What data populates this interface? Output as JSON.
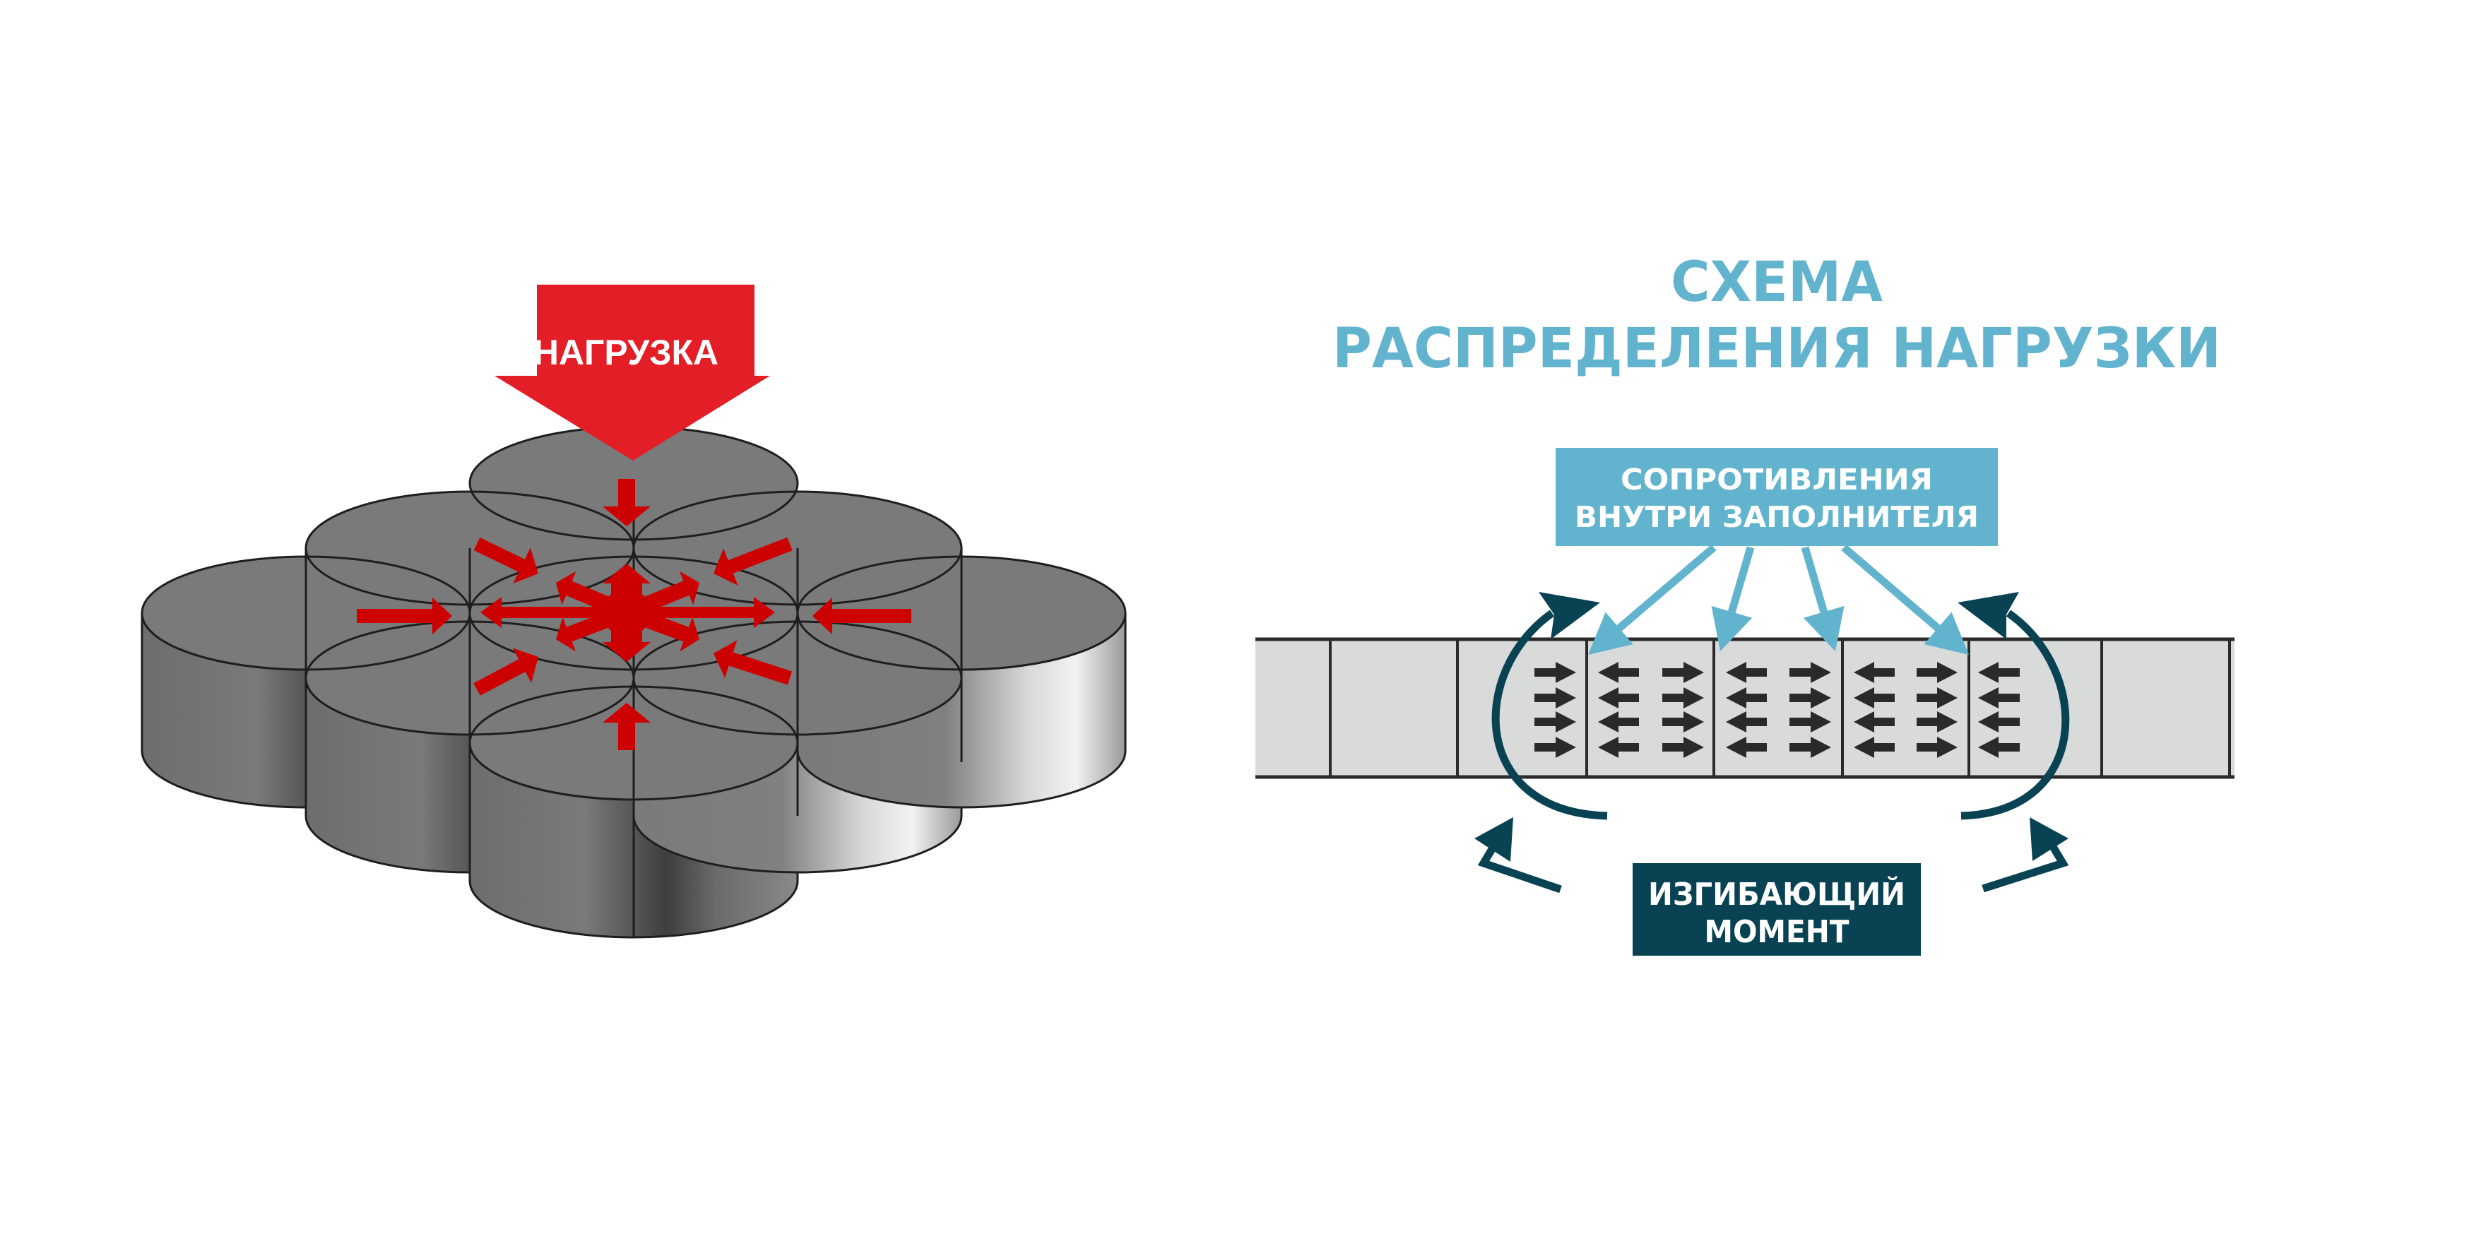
{
  "left_figure": {
    "load_label": "НАГРУЗКА",
    "load_arrow_color": "#e31e26",
    "force_arrow_color": "#cc0000",
    "cell_top_color": "#7a7a7a",
    "cell_outline_color": "#1e1e1e"
  },
  "right_figure": {
    "title_lines": [
      "СХЕМА",
      "РАСПРЕДЕЛЕНИЯ НАГРУЗКИ"
    ],
    "title_color": "#62b3cd",
    "resistance_box": {
      "lines": [
        "СОПРОТИВЛЕНИЯ",
        "ВНУТРИ ЗАПОЛНИТЕЛЯ"
      ],
      "color": "#62b3cd"
    },
    "moment_box": {
      "lines": [
        "ИЗГИБАЮЩИЙ",
        "МОМЕНТ"
      ],
      "color": "#084253"
    },
    "band_fill_color": "#d9dbdb",
    "band_line_color": "#2b2a29",
    "cells_count": 9
  }
}
